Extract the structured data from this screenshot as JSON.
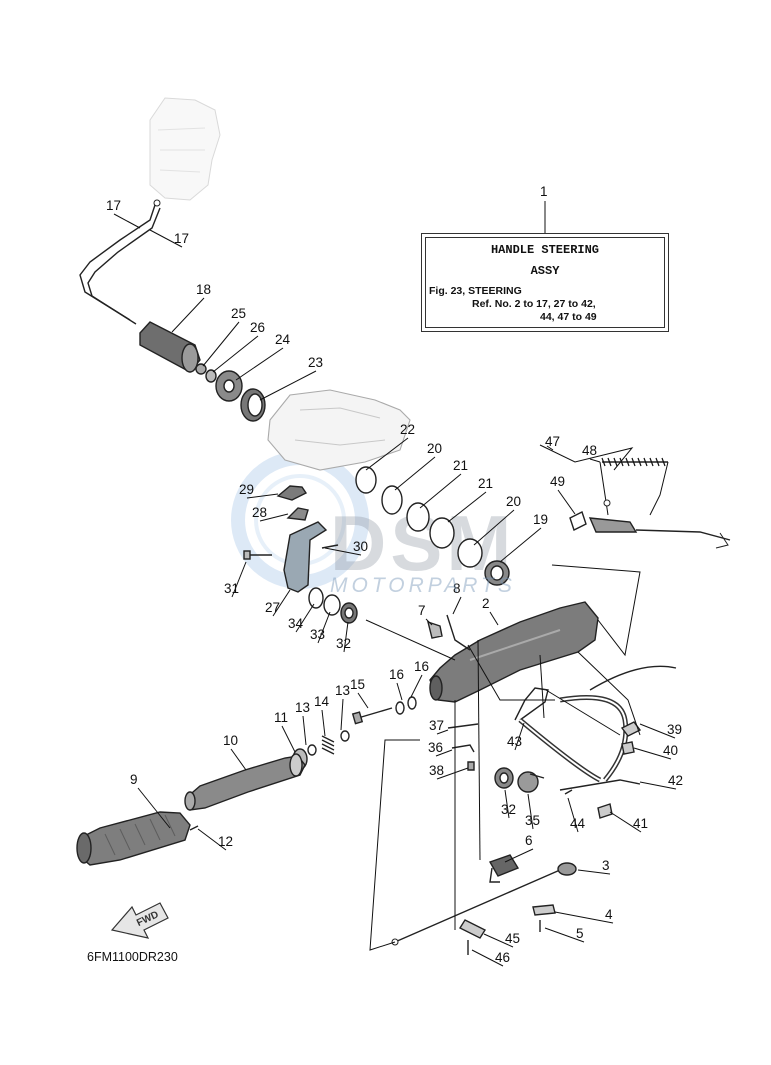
{
  "assembly": {
    "ref": "1",
    "title_line1": "HANDLE STEERING",
    "title_line2": "ASSY",
    "fig_line": "Fig. 23, STEERING",
    "ref_line1": "Ref. No. 2 to 17, 27 to 42,",
    "ref_line2": "44, 47 to 49"
  },
  "figure_code": "6FM1100DR230",
  "fwd_label": "FWD",
  "watermark": {
    "logo_text": "DSM",
    "brand_text": "MOTORPARTS"
  },
  "callouts": [
    "17",
    "17",
    "18",
    "25",
    "26",
    "24",
    "23",
    "22",
    "20",
    "21",
    "21",
    "20",
    "19",
    "29",
    "28",
    "30",
    "31",
    "27",
    "34",
    "33",
    "32",
    "8",
    "7",
    "2",
    "47",
    "48",
    "49",
    "16",
    "16",
    "15",
    "13",
    "14",
    "13",
    "11",
    "10",
    "37",
    "36",
    "38",
    "43",
    "39",
    "40",
    "42",
    "32",
    "35",
    "44",
    "41",
    "9",
    "12",
    "6",
    "3",
    "4",
    "5",
    "45",
    "46"
  ],
  "colors": {
    "part_fill": "#ffffff",
    "line": "#111111",
    "shade": "#8a8a8a",
    "watermark_blue": "#a9c5e6"
  }
}
